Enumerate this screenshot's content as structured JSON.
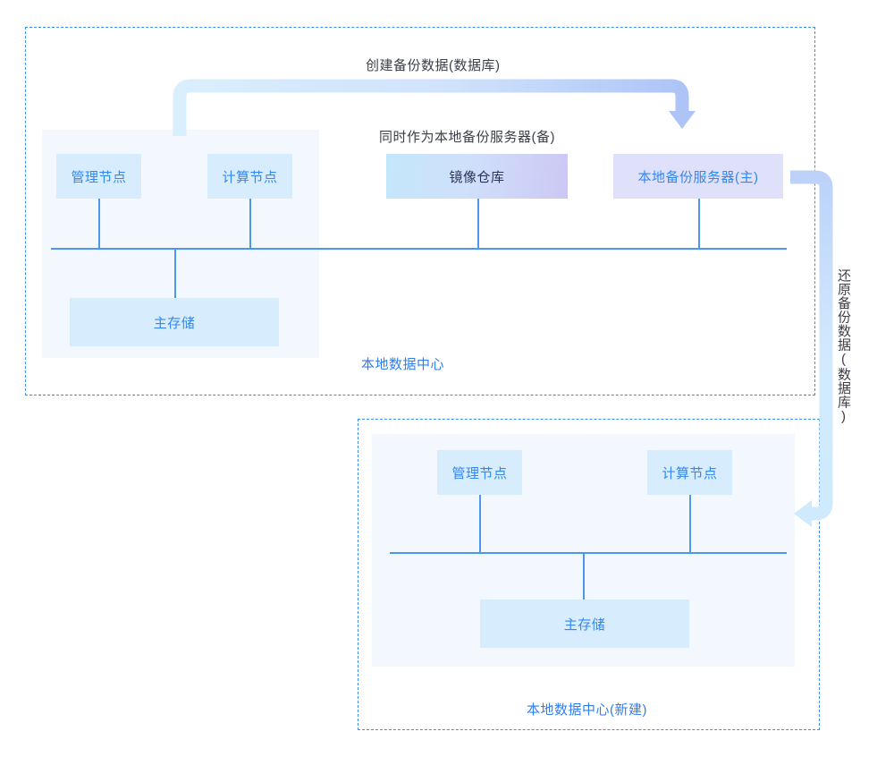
{
  "diagram": {
    "title_hidden": "",
    "regions": [
      {
        "id": "top",
        "label": "本地数据中心"
      },
      {
        "id": "bottom",
        "label": "本地数据中心(新建)"
      }
    ],
    "captions": {
      "create_backup": "创建备份数据(数据库)",
      "also_serves": "同时作为本地备份服务器(备)",
      "restore_backup": "还原备份数据(数据库)"
    },
    "top_nodes": [
      {
        "id": "manage",
        "label": "管理节点",
        "style": "plain"
      },
      {
        "id": "compute",
        "label": "计算节点",
        "style": "plain"
      },
      {
        "id": "registry",
        "label": "镜像仓库",
        "style": "gradient"
      },
      {
        "id": "backup",
        "label": "本地备份服务器(主)",
        "style": "lavender"
      },
      {
        "id": "storage",
        "label": "主存储",
        "style": "plain"
      }
    ],
    "bottom_nodes": [
      {
        "id": "manage2",
        "label": "管理节点",
        "style": "plain"
      },
      {
        "id": "compute2",
        "label": "计算节点",
        "style": "plain"
      },
      {
        "id": "storage2",
        "label": "主存储",
        "style": "plain"
      }
    ],
    "colors": {
      "region_border": "#3b8ff0",
      "region_label": "#2f7ef0",
      "panel_bg": "#f3f7fe",
      "line": "#4a97ec",
      "node_plain_bg": "#d7ecfd",
      "node_lavender_bg": "#dfe1fb",
      "node_text": "#3387f0",
      "gradient_text": "#2d3357",
      "arrow_light": "#cfeafd",
      "arrow_dark": "#aec4f7",
      "caption_text": "#3c3f4a"
    }
  }
}
